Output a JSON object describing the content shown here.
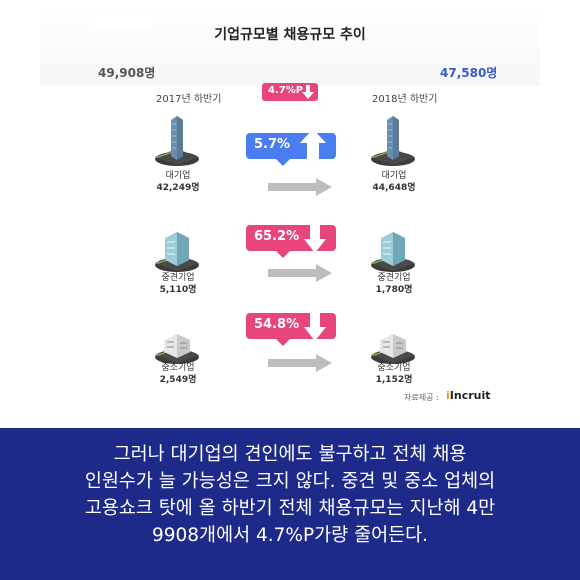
{
  "chart_data": {
    "type": "table",
    "title": "기업규모별 채용규모 추이",
    "periods": [
      "2017년 하반기",
      "2018년 하반기"
    ],
    "totals": [
      "49,908명",
      "47,580명"
    ],
    "total_change": "4.7%P",
    "categories": [
      {
        "name": "대기업",
        "values": [
          "42,249명",
          "44,648명"
        ],
        "change": "5.7%",
        "direction": "up",
        "color": "#4a7df0"
      },
      {
        "name": "중견기업",
        "values": [
          "5,110명",
          "1,780명"
        ],
        "change": "65.2%",
        "direction": "down",
        "color": "#e8457a"
      },
      {
        "name": "중소기업",
        "values": [
          "2,549명",
          "1,152명"
        ],
        "change": "54.8%",
        "direction": "down",
        "color": "#e8457a"
      }
    ],
    "source_label": "자료제공 :",
    "source_brand": "Incruit",
    "source_brand_mark": "i"
  },
  "caption": {
    "lines": [
      "그러나 대기업의 견인에도 불구하고 전체 채용",
      "인원수가 늘 가능성은 크지 않다. 중견 및 중소 업체의",
      "고용쇼크 탓에 올 하반기 전체 채용규모는 지난해 4만",
      "9908개에서 4.7%P가량 줄어든다."
    ]
  },
  "colors": {
    "up_accent": "#4a7df0",
    "down_accent": "#e8457a",
    "caption_bg": "#1e2a8a",
    "right_total": "#3a5bc4"
  }
}
